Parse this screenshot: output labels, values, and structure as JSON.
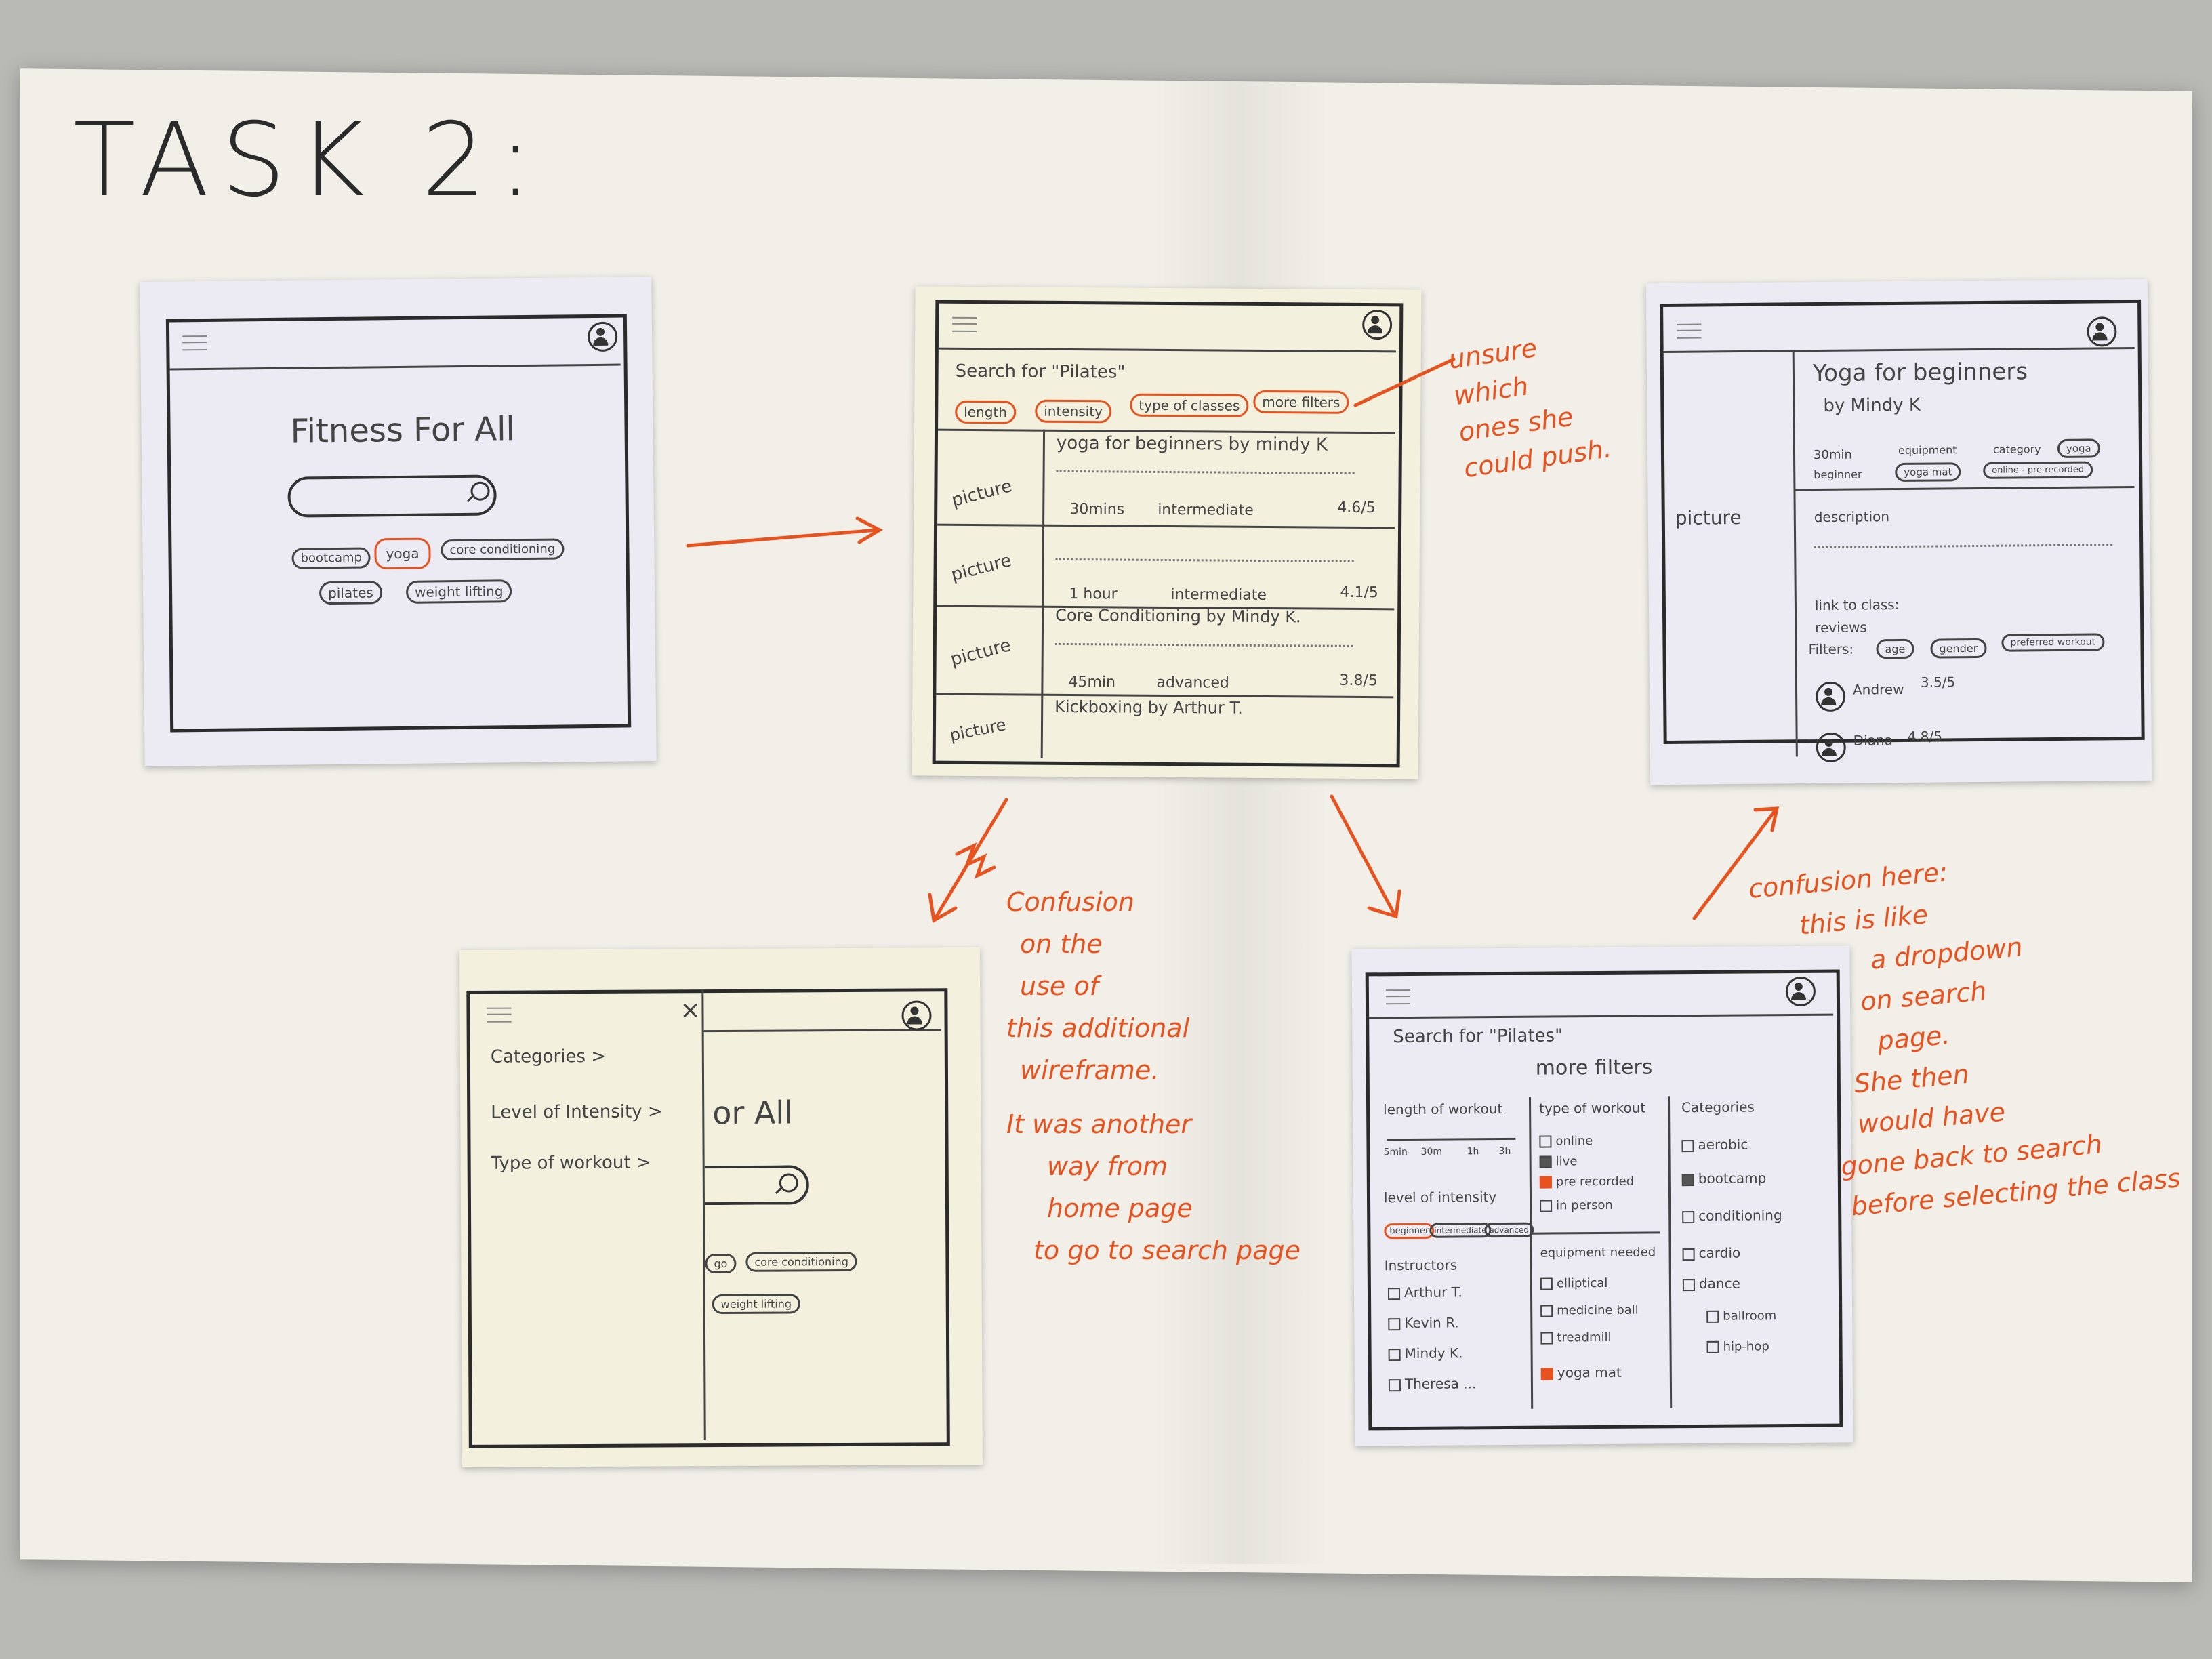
{
  "title": "TASK 2:",
  "home": {
    "app_title": "Fitness For All",
    "tags": [
      "bootcamp",
      "yoga",
      "core conditioning",
      "pilates",
      "weight lifting"
    ]
  },
  "results": {
    "search_label": "Search for \"Pilates\"",
    "filters": [
      "length",
      "intensity",
      "type of classes",
      "more filters"
    ],
    "picture_label": "picture",
    "items": [
      {
        "title": "yoga for beginners by mindy K",
        "duration": "30mins",
        "level": "intermediate",
        "rating": "4.6/5"
      },
      {
        "title": "",
        "duration": "1 hour",
        "level": "intermediate",
        "rating": "4.1/5"
      },
      {
        "title": "Core Conditioning by Mindy K.",
        "duration": "45min",
        "level": "advanced",
        "rating": "3.8/5"
      },
      {
        "title": "Kickboxing by Arthur T.",
        "duration": "",
        "level": "",
        "rating": ""
      }
    ]
  },
  "detail": {
    "title": "Yoga for beginners",
    "author": "by Mindy K",
    "picture_label": "picture",
    "duration": "30min",
    "equipment_label": "equipment",
    "equipment_value": "yoga mat",
    "category_label": "category",
    "category_value": "yoga",
    "level_value": "beginner",
    "format_value": "online - pre recorded",
    "description_label": "description",
    "link_label": "link to class:",
    "reviews_label": "reviews",
    "filters_label": "Filters:",
    "review_filters": [
      "age",
      "gender",
      "preferred workout"
    ],
    "reviews": [
      {
        "name": "Andrew",
        "rating": "3.5/5"
      },
      {
        "name": "Diana",
        "rating": "4.8/5"
      }
    ]
  },
  "menu": {
    "items": [
      "Categories >",
      "Level of Intensity >",
      "Type of workout >"
    ],
    "close": "×",
    "bg_title": "or All",
    "bg_tags": [
      "go",
      "core conditioning",
      "weight lifting"
    ]
  },
  "more_filters": {
    "search_label": "Search for \"Pilates\"",
    "heading": "more filters",
    "length_label": "length of workout",
    "length_ticks": [
      "5min",
      "30m",
      "1h",
      "3h"
    ],
    "intensity_label": "level of intensity",
    "intensity_options": [
      "beginner",
      "intermediate",
      "advanced"
    ],
    "type_label": "type of workout",
    "type_options": [
      "online",
      "live",
      "pre recorded",
      "in person"
    ],
    "instructors_label": "Instructors",
    "instructors": [
      "Arthur T.",
      "Kevin R.",
      "Mindy K.",
      "Theresa ..."
    ],
    "equipment_label": "equipment needed",
    "equipment": [
      "elliptical",
      "medicine ball",
      "treadmill",
      "yoga mat"
    ],
    "categories_label": "Categories",
    "categories": [
      "aerobic",
      "bootcamp",
      "conditioning",
      "cardio",
      "dance",
      "ballroom",
      "hip-hop"
    ]
  },
  "notes": {
    "unsure": [
      "unsure",
      "which",
      "ones she",
      "could push."
    ],
    "confusion_menu": [
      "Confusion",
      "on the",
      "use of",
      "this additional",
      "wireframe.",
      "It was another",
      "way from",
      "home page",
      "to go to search page"
    ],
    "confusion_filters": [
      "confusion here:",
      "this is like",
      "a dropdown",
      "on search",
      "page.",
      "She then",
      "would have",
      "gone back to search",
      "before selecting the class"
    ]
  }
}
